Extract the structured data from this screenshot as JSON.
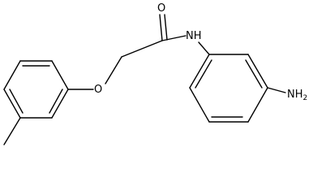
{
  "molecule": {
    "atoms": {
      "carbonyl_oxygen": "O",
      "amide_nitrogen": "NH",
      "ether_oxygen": "O",
      "amine_group": "NH",
      "amine_group_subscript": "2"
    },
    "colors": {
      "bond": "#000000",
      "label": "#000000",
      "background": "#ffffff"
    }
  }
}
